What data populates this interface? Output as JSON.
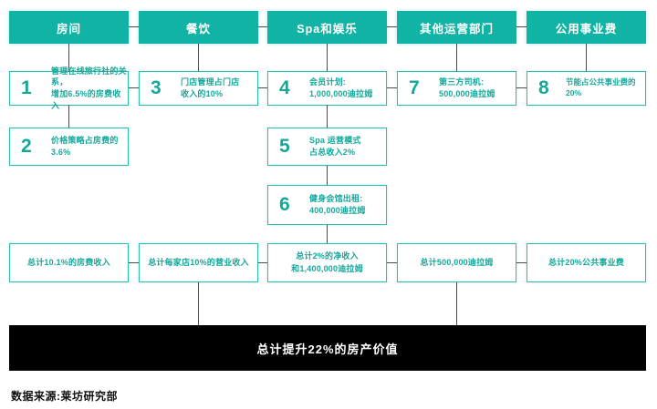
{
  "colors": {
    "teal_fill": "#11B4A4",
    "teal_border": "#2EBCAD",
    "teal_text": "#14A89A",
    "connector": "#4a4a4a",
    "grand_bar_bg": "#000000",
    "grand_bar_text": "#ffffff"
  },
  "diagram": {
    "columns": [
      {
        "header": "房间",
        "steps": [
          {
            "num": "1",
            "text": "管理在线旅行社的关系，\n增加6.5%的房费收入"
          },
          {
            "num": "2",
            "text": "价格策略占房费的3.6%"
          }
        ],
        "total": "总计10.1%的房费收入"
      },
      {
        "header": "餐饮",
        "steps": [
          {
            "num": "3",
            "text": "门店管理占门店\n收入的10%"
          }
        ],
        "total": "总计每家店10%的营业收入"
      },
      {
        "header": "Spa和娱乐",
        "steps": [
          {
            "num": "4",
            "text": "会员计划:\n1,000,000迪拉姆"
          },
          {
            "num": "5",
            "text": "Spa 运营模式\n占总收入2%"
          },
          {
            "num": "6",
            "text": "健身会馆出租:\n400,000迪拉姆"
          }
        ],
        "total": "总计2%的净收入\n和1,400,000迪拉姆"
      },
      {
        "header": "其他运营部门",
        "steps": [
          {
            "num": "7",
            "text": "第三方司机:\n500,000迪拉姆"
          }
        ],
        "total": "总计500,000迪拉姆"
      },
      {
        "header": "公用事业费",
        "steps": [
          {
            "num": "8",
            "text": "节能占公共事业费的20%"
          }
        ],
        "total": "总计20%公共事业费"
      }
    ],
    "grand_total": "总计提升22%的房产价值",
    "source": "数据来源:莱坊研究部"
  }
}
